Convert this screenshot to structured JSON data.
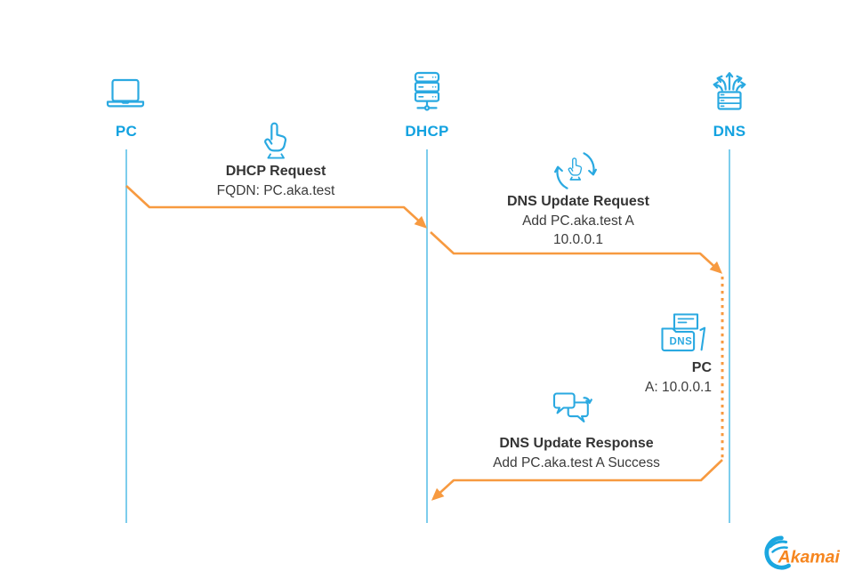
{
  "colors": {
    "blue": "#13A2E0",
    "icon": "#2AA9E1",
    "lifeline": "#7DCDEC",
    "orange": "#F79A40",
    "text": "#3B3B3B"
  },
  "actors": [
    {
      "label": "PC",
      "icon": "laptop-icon"
    },
    {
      "label": "DHCP",
      "icon": "dhcp-server-icon"
    },
    {
      "label": "DNS",
      "icon": "dns-server-icon"
    }
  ],
  "messages": [
    {
      "icon": "tap-hand-icon",
      "title": "DHCP Request",
      "lines": [
        "FQDN: PC.aka.test"
      ],
      "from": "PC",
      "to": "DHCP",
      "style": "solid"
    },
    {
      "icon": "dns-update-hand-icon",
      "title": "DNS Update Request",
      "lines": [
        "Add PC.aka.test A",
        "10.0.0.1"
      ],
      "from": "DHCP",
      "to": "DNS",
      "style": "solid"
    },
    {
      "icon": "chat-bubbles-icon",
      "title": "DNS Update Response",
      "lines": [
        "Add PC.aka.test A Success"
      ],
      "from": "DNS",
      "to": "DHCP",
      "style": "solid"
    }
  ],
  "record": {
    "folder_label": "DNS",
    "title": "PC",
    "value": "A: 10.0.0.1"
  },
  "logo": {
    "brand": "Akamai"
  }
}
